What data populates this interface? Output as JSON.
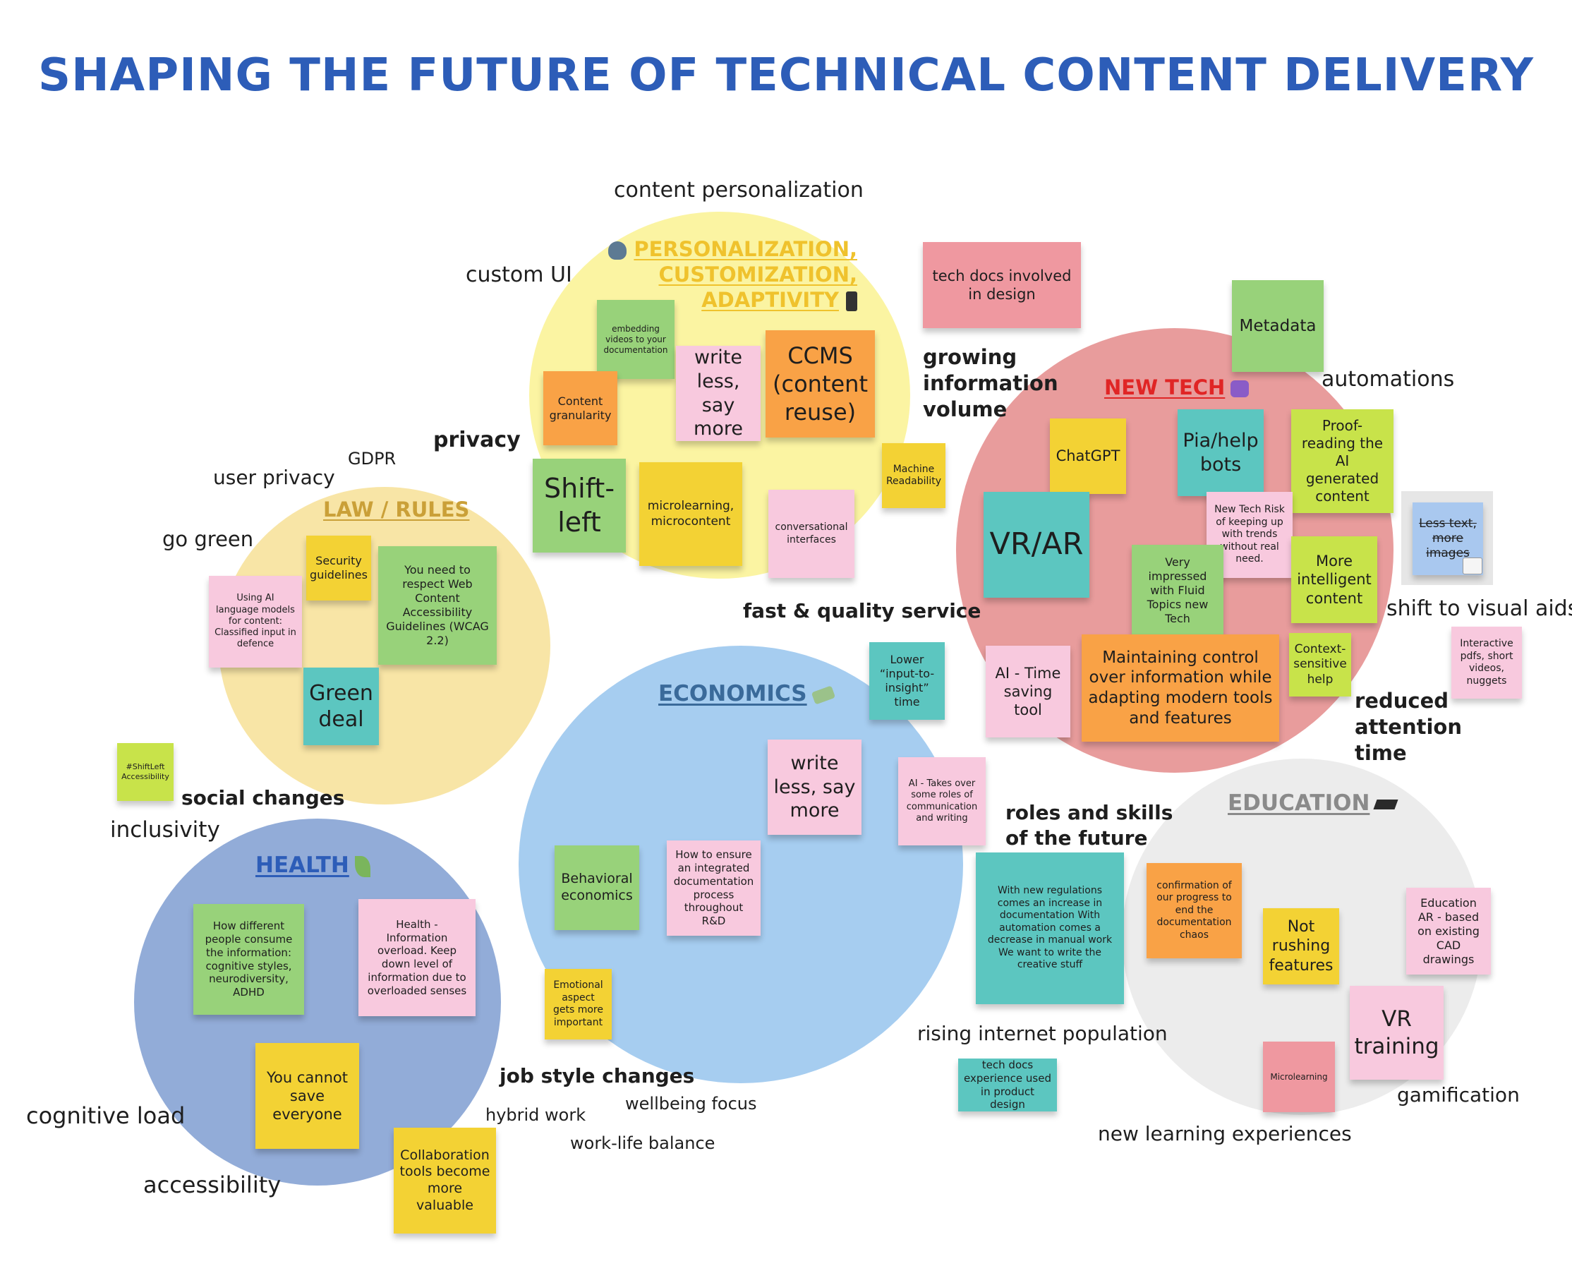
{
  "title": "SHAPING THE FUTURE OF TECHNICAL CONTENT DELIVERY",
  "colors": {
    "title": "#2d5db8",
    "personalization_circle": "#fbf4a2",
    "law_circle": "#f8e5a6",
    "economics_circle": "#a6cdf0",
    "health_circle": "#92acd8",
    "newtech_circle": "#e89c9c",
    "education_circle": "#ececec"
  },
  "categories": {
    "personalization": "PERSONALIZATION, CUSTOMIZATION, ADAPTIVITY",
    "law": "LAW / RULES",
    "economics": "ECONOMICS",
    "health": "HEALTH",
    "new_tech": "NEW TECH",
    "education": "EDUCATION"
  },
  "labels": {
    "content_personalization": "content personalization",
    "custom_ui": "custom UI",
    "user_privacy": "user privacy",
    "gdpr": "GDPR",
    "go_green": "go green",
    "inclusivity": "inclusivity",
    "cognitive_load": "cognitive load",
    "accessibility": "accessibility",
    "hybrid_work": "hybrid work",
    "work_life_balance": "work-life balance",
    "wellbeing_focus": "wellbeing focus",
    "rising_internet_population": "rising internet population",
    "new_learning_experiences": "new learning experiences",
    "gamification": "gamification",
    "automations": "automations",
    "shift_to_visual_aids": "shift to visual aids"
  },
  "bold_labels": {
    "privacy": "privacy",
    "growing_info_volume": "growing information volume",
    "fast_quality_service": "fast & quality service",
    "social_changes": "social changes",
    "job_style_changes": "job style changes",
    "roles_skills": "roles and skills of the future",
    "reduced_attention": "reduced attention time"
  },
  "notes": {
    "embedding_videos": "embedding videos to your documentation",
    "write_less_1": "write less, say more",
    "ccms": "CCMS (content reuse)",
    "content_granularity": "Content granularity",
    "shift_left": "Shift-left",
    "microlearning_content": "microlearning, microcontent",
    "conversational": "conversational interfaces",
    "machine_readability": "Machine Readability",
    "tech_docs_design": "tech docs involved in design",
    "security_guidelines": "Security guidelines",
    "wcag": "You need to respect Web Content Accessibility Guidelines (WCAG 2.2)",
    "ai_language_models": "Using AI language models for content: Classified input in defence",
    "green_deal": "Green deal",
    "shiftleft_accessibility": "#ShiftLeft Accessibility",
    "lower_input": "Lower “input-to-insight” time",
    "write_less_2": "write less, say more",
    "ai_takes_over": "AI - Takes over some roles of communication and writing",
    "behavioral_economics": "Behavioral economics",
    "integrated_docs": "How to ensure an integrated documentation process throughout R&D",
    "emotional_aspect": "Emotional aspect gets more important",
    "how_different": "How different people consume the information: cognitive styles, neurodiversity, ADHD",
    "health_overload": "Health - Information overload. Keep down level of information due to overloaded senses",
    "you_cannot_save": "You cannot save everyone",
    "collaboration_tools": "Collaboration tools become more valuable",
    "metadata": "Metadata",
    "chatgpt": "ChatGPT",
    "pia_bots": "Pia/help bots",
    "proofreading": "Proof-reading the AI generated content",
    "vr_ar": "VR/AR",
    "new_tech_risk": "New Tech Risk of keeping up with trends without real need.",
    "very_impressed": "Very impressed with Fluid Topics new Tech",
    "more_intelligent": "More intelligent content",
    "less_text": "Less text, more images",
    "context_help": "Context-sensitive help",
    "ai_time_saving": "AI - Time saving tool",
    "maintaining_control": "Maintaining control over information while adapting modern tools and features",
    "interactive_pdfs": "Interactive pdfs, short videos, nuggets",
    "new_regulations": "With new regulations comes an increase in documentation With automation comes a decrease in manual work We want to write the creative stuff",
    "tech_docs_experience": "tech docs experience used in product design",
    "confirmation_progress": "confirmation of our progress to end the documentation chaos",
    "not_rushing": "Not rushing features",
    "education_ar": "Education AR - based on existing CAD drawings",
    "vr_training": "VR training",
    "microlearning": "Microlearning"
  }
}
